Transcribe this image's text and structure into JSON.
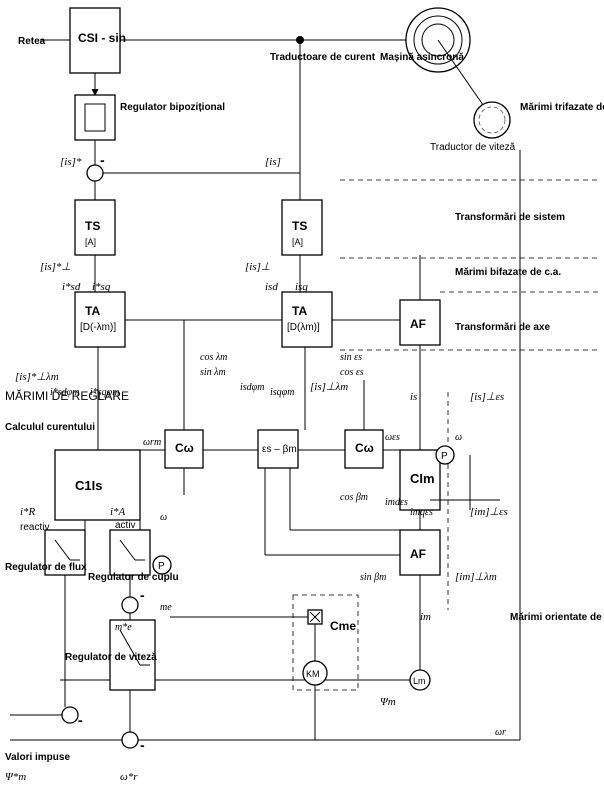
{
  "labels": {
    "retea": "Retea",
    "regulator_bipozitional": "Regulator bipozițional",
    "traductoare_curent": "Traductoare de curent",
    "masina_asincrona": "Mașină asincronă",
    "traductor_viteza": "Traductor de viteză",
    "marimi_trifazate_ca": "Mărimi trifazate de c.a.",
    "transformari_sistem": "Transformări de sistem",
    "marimi_bifazate_ca": "Mărimi bifazate de c.a.",
    "transformari_axe": "Transformări de axe",
    "marimi_de_reglare": "MĂRIMI DE REGLARE",
    "calculul_curentului": "Calculul curentului",
    "reactiv": "reactiv",
    "activ": "activ",
    "regulator_flux": "Regulator de flux",
    "regulator_cuplu": "Regulator de cuplu",
    "regulator_viteza": "Regulator de viteză",
    "marimi_orientate_cc": "Mărimi orientate de c.c.",
    "valori_impuse": "Valori impuse"
  },
  "blocks": {
    "csi_sin": "CSI - sin",
    "ts": "TS",
    "ts_sub": "[A]",
    "ta": "TA",
    "ta_ref_sub": "[D(-λm)]",
    "ta_meas_sub": "[D(λm)]",
    "af": "AF",
    "c1_is": "C1Is",
    "c_omega": "Cω",
    "eps_beta": "εs – βm",
    "cim": "CIm",
    "p": "P",
    "cme": "Cme",
    "km": "KM",
    "lm": "Lm"
  },
  "signals": {
    "is_ref": "[is]*",
    "is": "[is]",
    "is_perp_ref": "[is]*⊥",
    "isd_ref": "i*sd",
    "isq_ref": "i*sq",
    "is_perp": "[is]⊥",
    "isd": "isd",
    "isq": "isq",
    "cos_lambda": "cos λm",
    "sin_lambda": "sin λm",
    "sin_eps": "sin εs",
    "cos_eps": "cos εs",
    "is_lambda_ref": "[is]*⊥λm",
    "isd_phi_ref": "i*sdφm",
    "isq_phi_ref": "i*sqφm",
    "isd_phi": "isdφm",
    "isq_phi": "isqφm",
    "is_lambda": "[is]⊥λm",
    "is_mag": "is",
    "is_perp_eps": "[is]⊥εs",
    "omega_r_m": "ωrm",
    "omega_eps": "ωεs",
    "omega": "ω",
    "cos_beta": "cos βm",
    "imd_eps": "imdεs",
    "imq_eps": "imqεs",
    "im_perp_eps": "[im]⊥εs",
    "ir_ref": "i*R",
    "ia_ref": "i*A",
    "sin_beta": "sin βm",
    "im_lambda": "[im]⊥λm",
    "me": "me",
    "me_ref": "m*e",
    "im": "im",
    "psi_m": "Ψm",
    "omega_r": "ωr",
    "psi_m_ref": "Ψ*m",
    "omega_r_ref": "ω*r",
    "minus": "-"
  }
}
